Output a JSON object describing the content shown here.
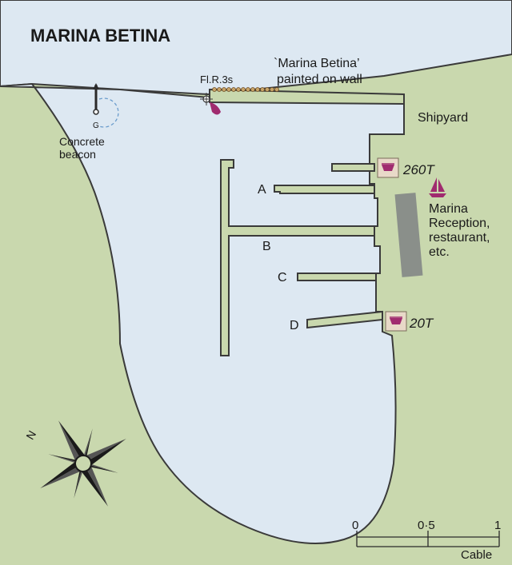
{
  "title": "MARINA BETINA",
  "labels": {
    "light": "Fl.R.3s",
    "wall_line1": "`Marina Betina’",
    "wall_line2": "painted on wall",
    "shipyard": "Shipyard",
    "beacon_line1": "Concrete",
    "beacon_line2": "beacon",
    "beacon_letter": "G",
    "crane_large": "260T",
    "crane_small": "20T",
    "reception_line1": "Marina",
    "reception_line2": "Reception,",
    "reception_line3": "restaurant,",
    "reception_line4": "etc.",
    "compass_n": "N"
  },
  "piers": [
    {
      "id": "pier-a",
      "label": "A"
    },
    {
      "id": "pier-b",
      "label": "B"
    },
    {
      "id": "pier-c",
      "label": "C"
    },
    {
      "id": "pier-d",
      "label": "D"
    }
  ],
  "scale": {
    "ticks": [
      "0",
      "0·5",
      "1"
    ],
    "unit": "Cable"
  },
  "colors": {
    "land": "#c9d8ae",
    "water": "#dde8f2",
    "pier": "#c9d8ae",
    "outline": "#3a3a3a",
    "building": "#8a8f8a",
    "magenta": "#a02b6f",
    "crane_box": "#e8d9c8",
    "wall_light": "#c8a468"
  }
}
